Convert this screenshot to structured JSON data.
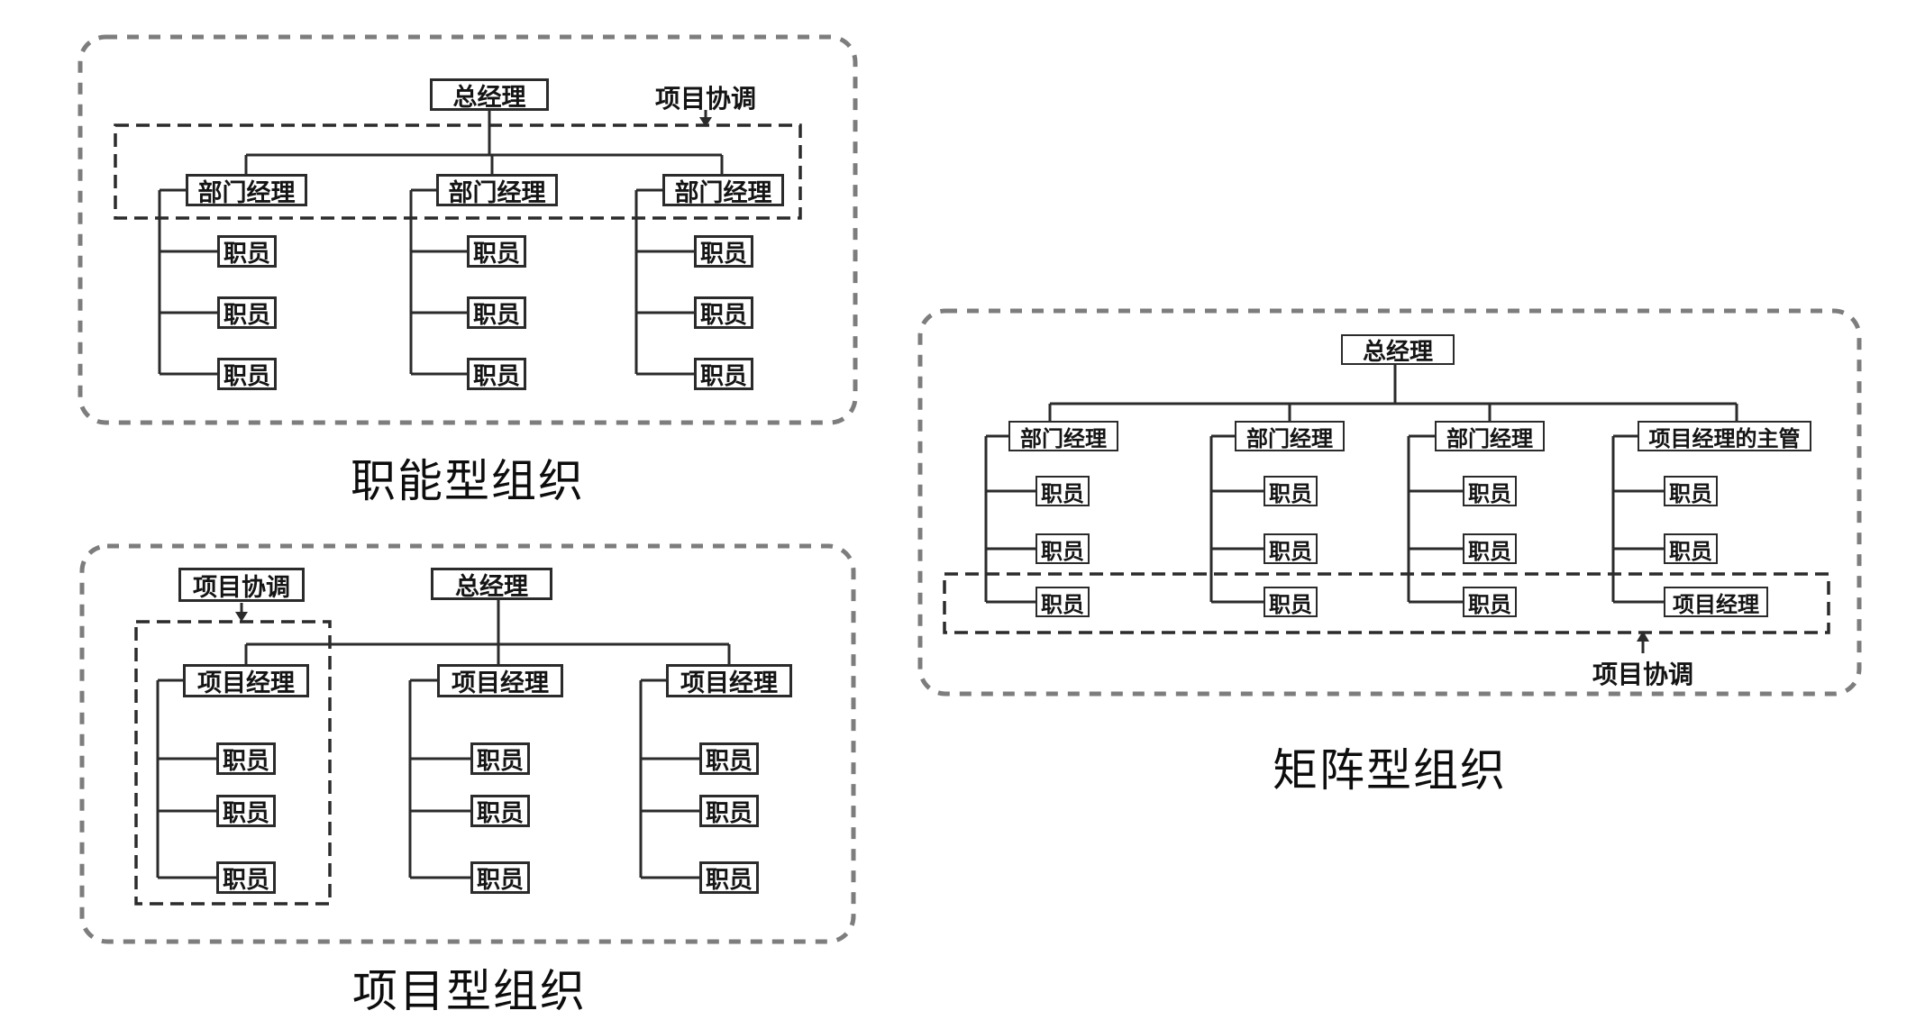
{
  "colors": {
    "line": "#2b2b2b",
    "outer_dashed_border": "#7d7d7d",
    "box_border": "#2b2b2b",
    "box_background": "#ffffff",
    "text": "#141414"
  },
  "diagrams": {
    "functional": {
      "title": "职能型组织",
      "coordination": "项目协调",
      "root": "总经理",
      "manager": "部门经理",
      "staff": "职员"
    },
    "projectized": {
      "title": "项目型组织",
      "coordination": "项目协调",
      "root": "总经理",
      "manager": "项目经理",
      "staff": "职员"
    },
    "matrix": {
      "title": "矩阵型组织",
      "coordination": "项目协调",
      "root": "总经理",
      "department_manager": "部门经理",
      "manager_of_project_managers": "项目经理的主管",
      "project_manager": "项目经理",
      "staff": "职员"
    }
  }
}
